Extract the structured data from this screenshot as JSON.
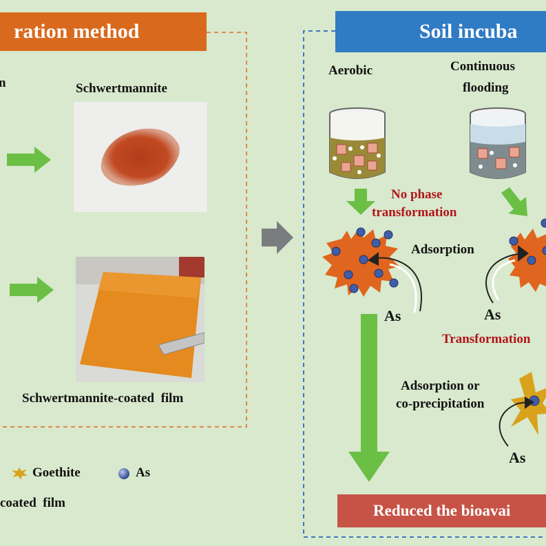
{
  "left_panel": {
    "title": "ration method",
    "cut_label": "n",
    "schwertmannite_label": "Schwertmannite",
    "film_label": "Schwertmannite-coated  film"
  },
  "right_panel": {
    "title": "Soil incuba",
    "aerobic_label": "Aerobic",
    "flooding_label_line1": "Continuous",
    "flooding_label_line2": "flooding",
    "no_phase_line1": "No phase",
    "no_phase_line2": "transformation",
    "adsorption_label": "Adsorption",
    "as_label_left": "As",
    "as_label_mid": "As",
    "transformation_label": "Transformation",
    "adsorption_or_line1": "Adsorption or",
    "adsorption_or_line2": "co-precipitation",
    "as_label_bottom": "As",
    "result_banner": "Reduced the bioavai"
  },
  "legend": {
    "goethite_label": "Goethite",
    "as_label": "As",
    "coated_film_label": "coated  film"
  },
  "colors": {
    "background": "#d8e9cd",
    "left_banner": "#d9691c",
    "right_banner": "#2f7bc4",
    "result_banner": "#c65346",
    "green_arrow": "#6cbf45",
    "mineral": "#e0651e",
    "goethite": "#d9a21b",
    "as_ball": "#3f5ea8",
    "label_red": "#b3141b"
  }
}
